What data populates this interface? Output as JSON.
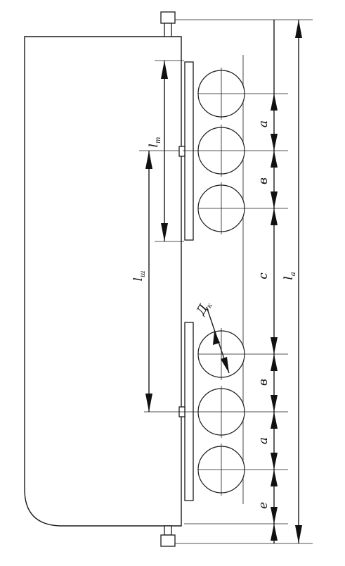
{
  "labels": {
    "l_t": {
      "main": "l",
      "sub": "т"
    },
    "l_sh": {
      "main": "l",
      "sub": "ш"
    },
    "l_a": {
      "main": "l",
      "sub": "а"
    },
    "d_k": {
      "main": "Д",
      "sub": "к"
    },
    "a_top": "а",
    "b_top": "в",
    "c": "с",
    "b_bottom": "в",
    "a_bottom": "а",
    "e": "е"
  }
}
